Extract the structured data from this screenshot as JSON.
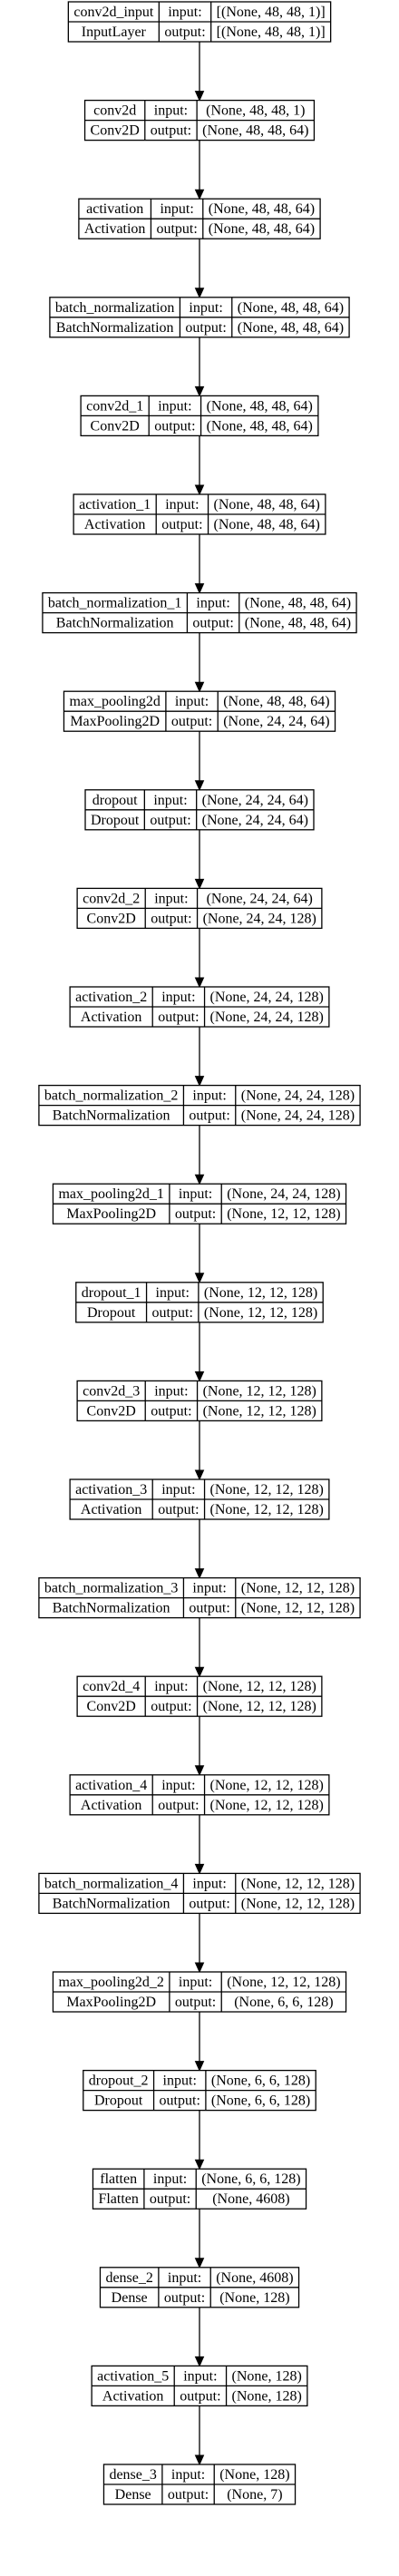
{
  "nodes": [
    {
      "name": "conv2d_input",
      "type": "InputLayer",
      "input_label": "input:",
      "output_label": "output:",
      "input": "[(None, 48, 48, 1)]",
      "output": "[(None, 48, 48, 1)]"
    },
    {
      "name": "conv2d",
      "type": "Conv2D",
      "input_label": "input:",
      "output_label": "output:",
      "input": "(None, 48, 48, 1)",
      "output": "(None, 48, 48, 64)"
    },
    {
      "name": "activation",
      "type": "Activation",
      "input_label": "input:",
      "output_label": "output:",
      "input": "(None, 48, 48, 64)",
      "output": "(None, 48, 48, 64)"
    },
    {
      "name": "batch_normalization",
      "type": "BatchNormalization",
      "input_label": "input:",
      "output_label": "output:",
      "input": "(None, 48, 48, 64)",
      "output": "(None, 48, 48, 64)"
    },
    {
      "name": "conv2d_1",
      "type": "Conv2D",
      "input_label": "input:",
      "output_label": "output:",
      "input": "(None, 48, 48, 64)",
      "output": "(None, 48, 48, 64)"
    },
    {
      "name": "activation_1",
      "type": "Activation",
      "input_label": "input:",
      "output_label": "output:",
      "input": "(None, 48, 48, 64)",
      "output": "(None, 48, 48, 64)"
    },
    {
      "name": "batch_normalization_1",
      "type": "BatchNormalization",
      "input_label": "input:",
      "output_label": "output:",
      "input": "(None, 48, 48, 64)",
      "output": "(None, 48, 48, 64)"
    },
    {
      "name": "max_pooling2d",
      "type": "MaxPooling2D",
      "input_label": "input:",
      "output_label": "output:",
      "input": "(None, 48, 48, 64)",
      "output": "(None, 24, 24, 64)"
    },
    {
      "name": "dropout",
      "type": "Dropout",
      "input_label": "input:",
      "output_label": "output:",
      "input": "(None, 24, 24, 64)",
      "output": "(None, 24, 24, 64)"
    },
    {
      "name": "conv2d_2",
      "type": "Conv2D",
      "input_label": "input:",
      "output_label": "output:",
      "input": "(None, 24, 24, 64)",
      "output": "(None, 24, 24, 128)"
    },
    {
      "name": "activation_2",
      "type": "Activation",
      "input_label": "input:",
      "output_label": "output:",
      "input": "(None, 24, 24, 128)",
      "output": "(None, 24, 24, 128)"
    },
    {
      "name": "batch_normalization_2",
      "type": "BatchNormalization",
      "input_label": "input:",
      "output_label": "output:",
      "input": "(None, 24, 24, 128)",
      "output": "(None, 24, 24, 128)"
    },
    {
      "name": "max_pooling2d_1",
      "type": "MaxPooling2D",
      "input_label": "input:",
      "output_label": "output:",
      "input": "(None, 24, 24, 128)",
      "output": "(None, 12, 12, 128)"
    },
    {
      "name": "dropout_1",
      "type": "Dropout",
      "input_label": "input:",
      "output_label": "output:",
      "input": "(None, 12, 12, 128)",
      "output": "(None, 12, 12, 128)"
    },
    {
      "name": "conv2d_3",
      "type": "Conv2D",
      "input_label": "input:",
      "output_label": "output:",
      "input": "(None, 12, 12, 128)",
      "output": "(None, 12, 12, 128)"
    },
    {
      "name": "activation_3",
      "type": "Activation",
      "input_label": "input:",
      "output_label": "output:",
      "input": "(None, 12, 12, 128)",
      "output": "(None, 12, 12, 128)"
    },
    {
      "name": "batch_normalization_3",
      "type": "BatchNormalization",
      "input_label": "input:",
      "output_label": "output:",
      "input": "(None, 12, 12, 128)",
      "output": "(None, 12, 12, 128)"
    },
    {
      "name": "conv2d_4",
      "type": "Conv2D",
      "input_label": "input:",
      "output_label": "output:",
      "input": "(None, 12, 12, 128)",
      "output": "(None, 12, 12, 128)"
    },
    {
      "name": "activation_4",
      "type": "Activation",
      "input_label": "input:",
      "output_label": "output:",
      "input": "(None, 12, 12, 128)",
      "output": "(None, 12, 12, 128)"
    },
    {
      "name": "batch_normalization_4",
      "type": "BatchNormalization",
      "input_label": "input:",
      "output_label": "output:",
      "input": "(None, 12, 12, 128)",
      "output": "(None, 12, 12, 128)"
    },
    {
      "name": "max_pooling2d_2",
      "type": "MaxPooling2D",
      "input_label": "input:",
      "output_label": "output:",
      "input": "(None, 12, 12, 128)",
      "output": "(None, 6, 6, 128)"
    },
    {
      "name": "dropout_2",
      "type": "Dropout",
      "input_label": "input:",
      "output_label": "output:",
      "input": "(None, 6, 6, 128)",
      "output": "(None, 6, 6, 128)"
    },
    {
      "name": "flatten",
      "type": "Flatten",
      "input_label": "input:",
      "output_label": "output:",
      "input": "(None, 6, 6, 128)",
      "output": "(None, 4608)"
    },
    {
      "name": "dense_2",
      "type": "Dense",
      "input_label": "input:",
      "output_label": "output:",
      "input": "(None, 4608)",
      "output": "(None, 128)"
    },
    {
      "name": "activation_5",
      "type": "Activation",
      "input_label": "input:",
      "output_label": "output:",
      "input": "(None, 128)",
      "output": "(None, 128)"
    },
    {
      "name": "dense_3",
      "type": "Dense",
      "input_label": "input:",
      "output_label": "output:",
      "input": "(None, 128)",
      "output": "(None, 7)"
    }
  ]
}
